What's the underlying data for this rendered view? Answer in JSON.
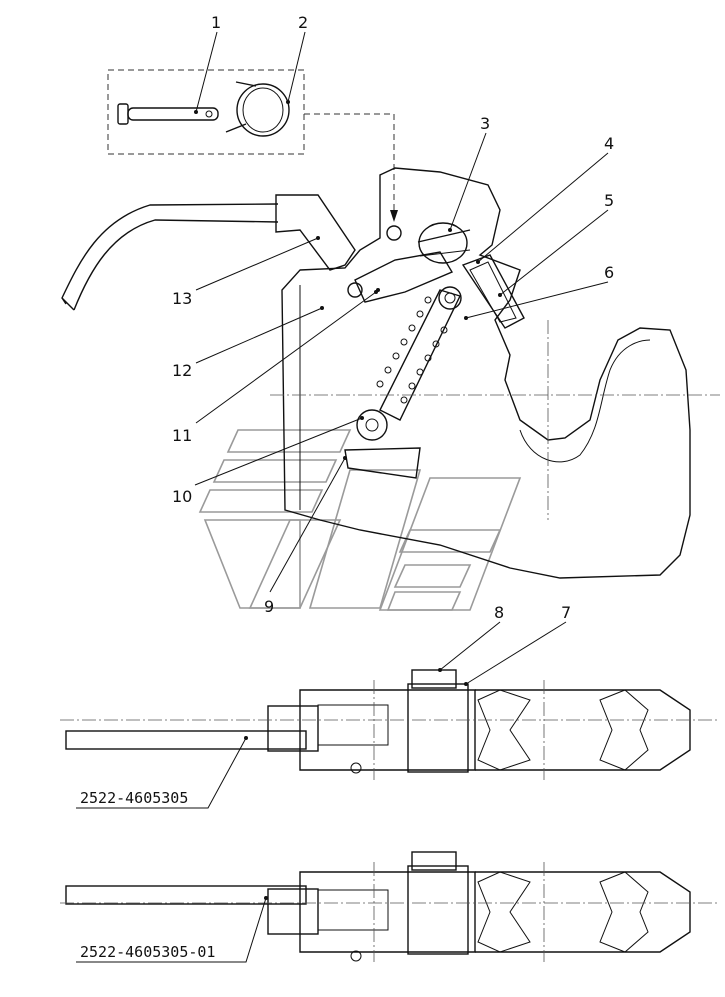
{
  "callouts": [
    "1",
    "2",
    "3",
    "4",
    "5",
    "6",
    "7",
    "8",
    "9",
    "10",
    "11",
    "12",
    "13"
  ],
  "part_numbers": {
    "variant_a": "2522-4605305",
    "variant_b": "2522-4605305-01"
  }
}
